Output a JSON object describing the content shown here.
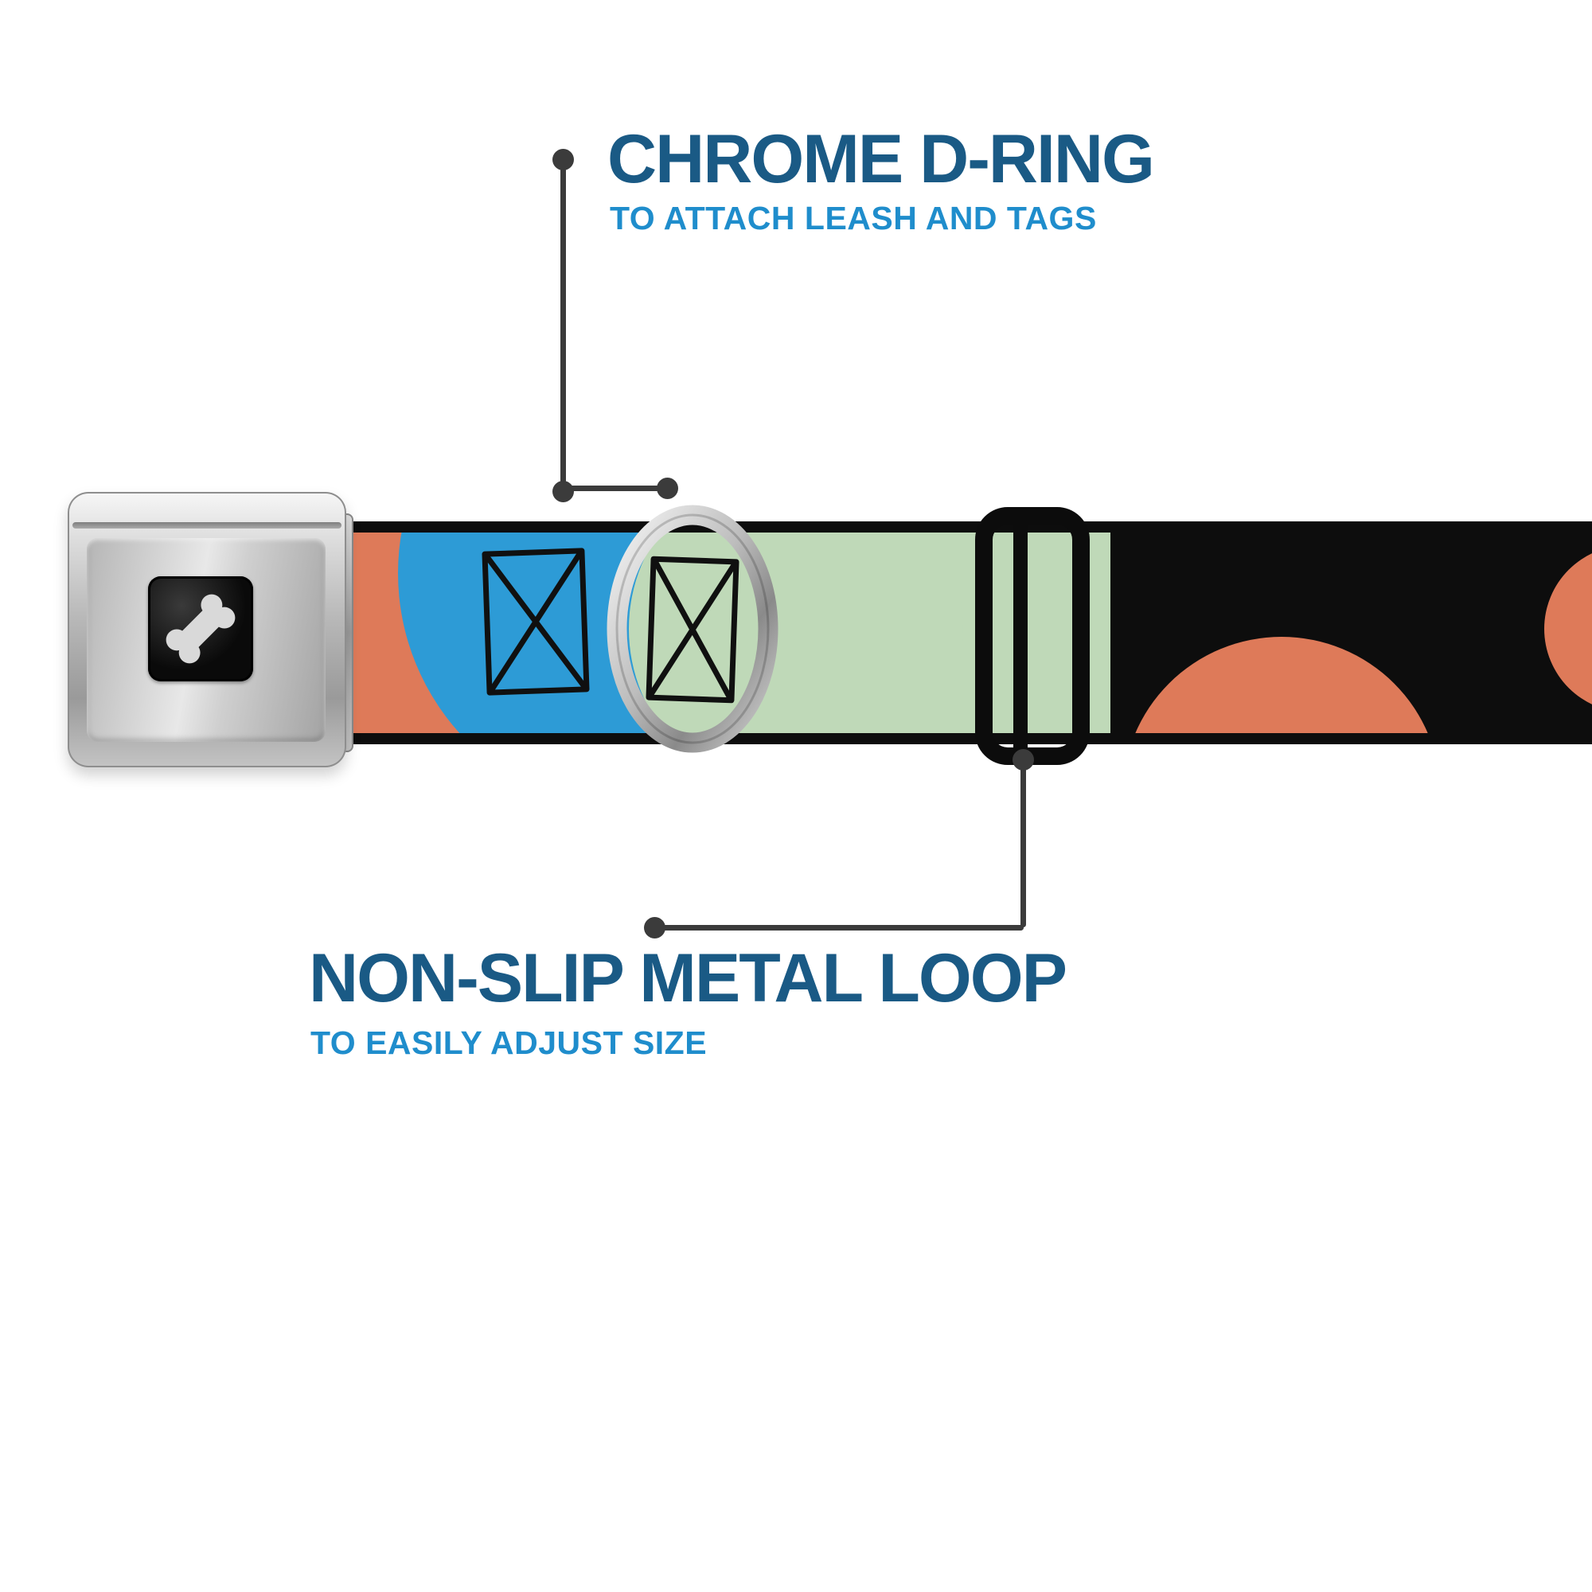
{
  "callouts": {
    "top": {
      "title": "CHROME D-RING",
      "subtitle": "TO ATTACH LEASH AND TAGS"
    },
    "bottom": {
      "title": "NON-SLIP METAL LOOP",
      "subtitle": "TO EASILY ADJUST SIZE"
    }
  },
  "product": {
    "buckle_logo_icon": "dog-bone-icon",
    "hardware": [
      "seatbelt-buckle",
      "chrome-d-ring",
      "non-slip-metal-loop"
    ]
  },
  "colors": {
    "title_blue": "#1A5A85",
    "subtitle_blue": "#1F8DCC",
    "callout_line_gray": "#3B3B3B",
    "strap_salmon": "#DE7A59",
    "strap_blue": "#2D9BD6",
    "strap_mint": "#BFD9B8",
    "strap_black": "#0D0D0D",
    "buckle_silver": "#B9B9B9",
    "background": "#FFFFFF"
  }
}
